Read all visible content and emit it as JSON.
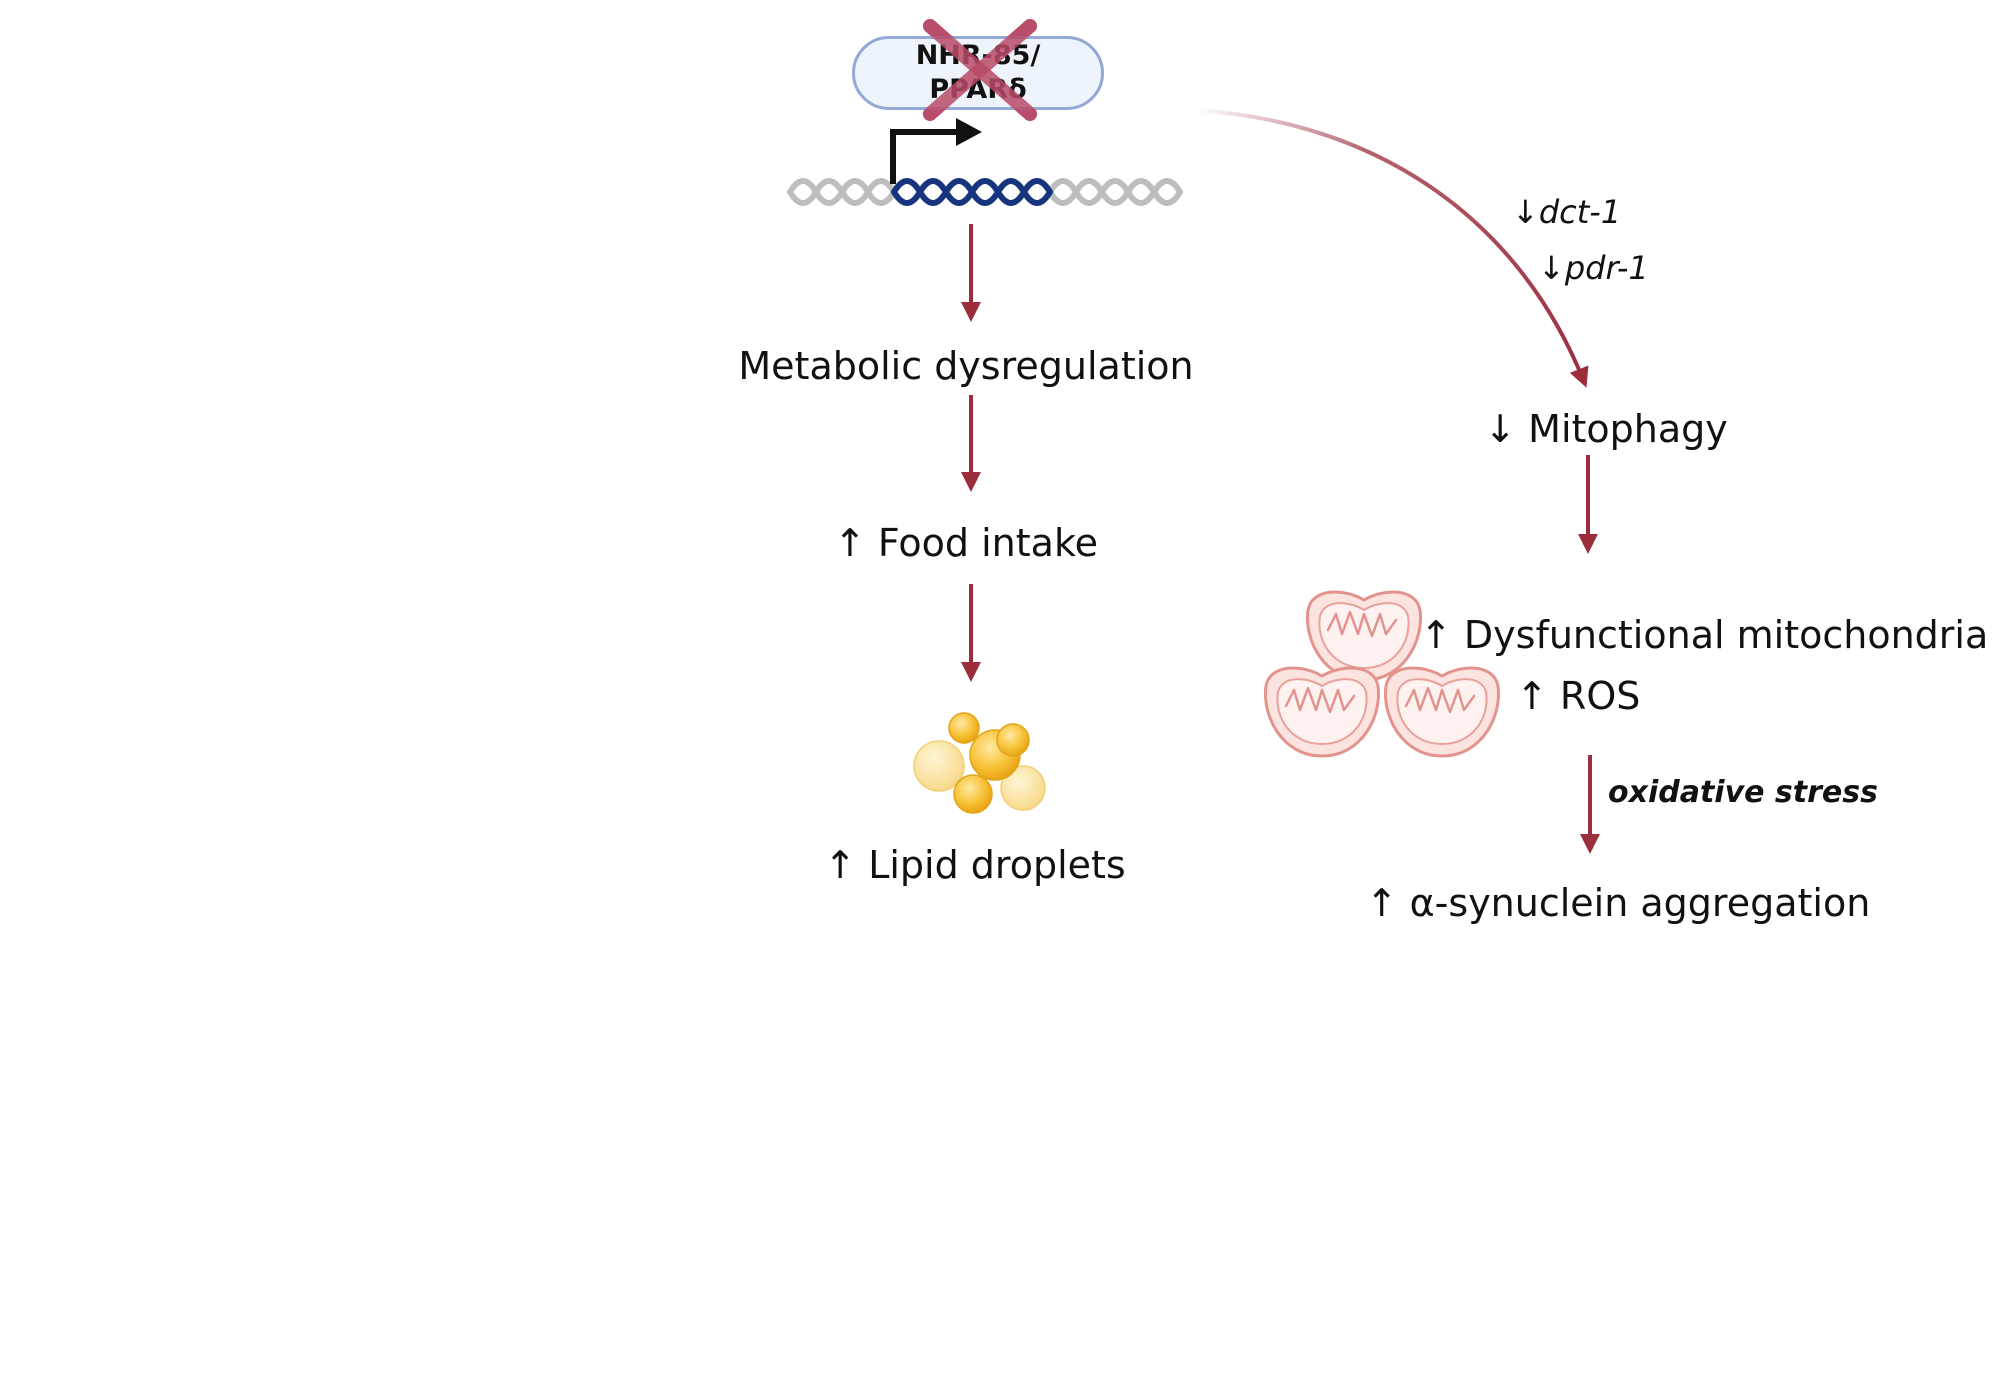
{
  "gene_box": {
    "line1": "NHR-85/",
    "line2": "PPARδ"
  },
  "left_pathway": {
    "metabolic": "Metabolic dysregulation",
    "food": "↑ Food intake",
    "lipid": "↑ Lipid droplets"
  },
  "right_pathway": {
    "gene1_arrow": "↓",
    "gene1": "dct-1",
    "gene2_arrow": "↓",
    "gene2": "pdr-1",
    "mitophagy": "↓ Mitophagy",
    "dysfunctional": "↑ Dysfunctional mitochondria",
    "ros": "↑ ROS",
    "oxidative": "oxidative stress",
    "synuclein": "↑ α-synuclein aggregation"
  },
  "icons": [
    "knockout-x-icon",
    "transcription-start-arrow-icon",
    "dna-helix-icon",
    "lipid-droplets-icon",
    "mitochondria-icon"
  ],
  "colors": {
    "arrow": "#9b2d3d",
    "knockout_x": "#b94a66",
    "dna_target": "#17357f",
    "dna_flank": "#bdbdbd",
    "gene_box_border": "#93a8d4",
    "gene_box_fill": "#eef4fc",
    "lipid": "#f5b82e",
    "mito_outline": "#e3938d",
    "mito_fill": "#fbe3e0"
  }
}
